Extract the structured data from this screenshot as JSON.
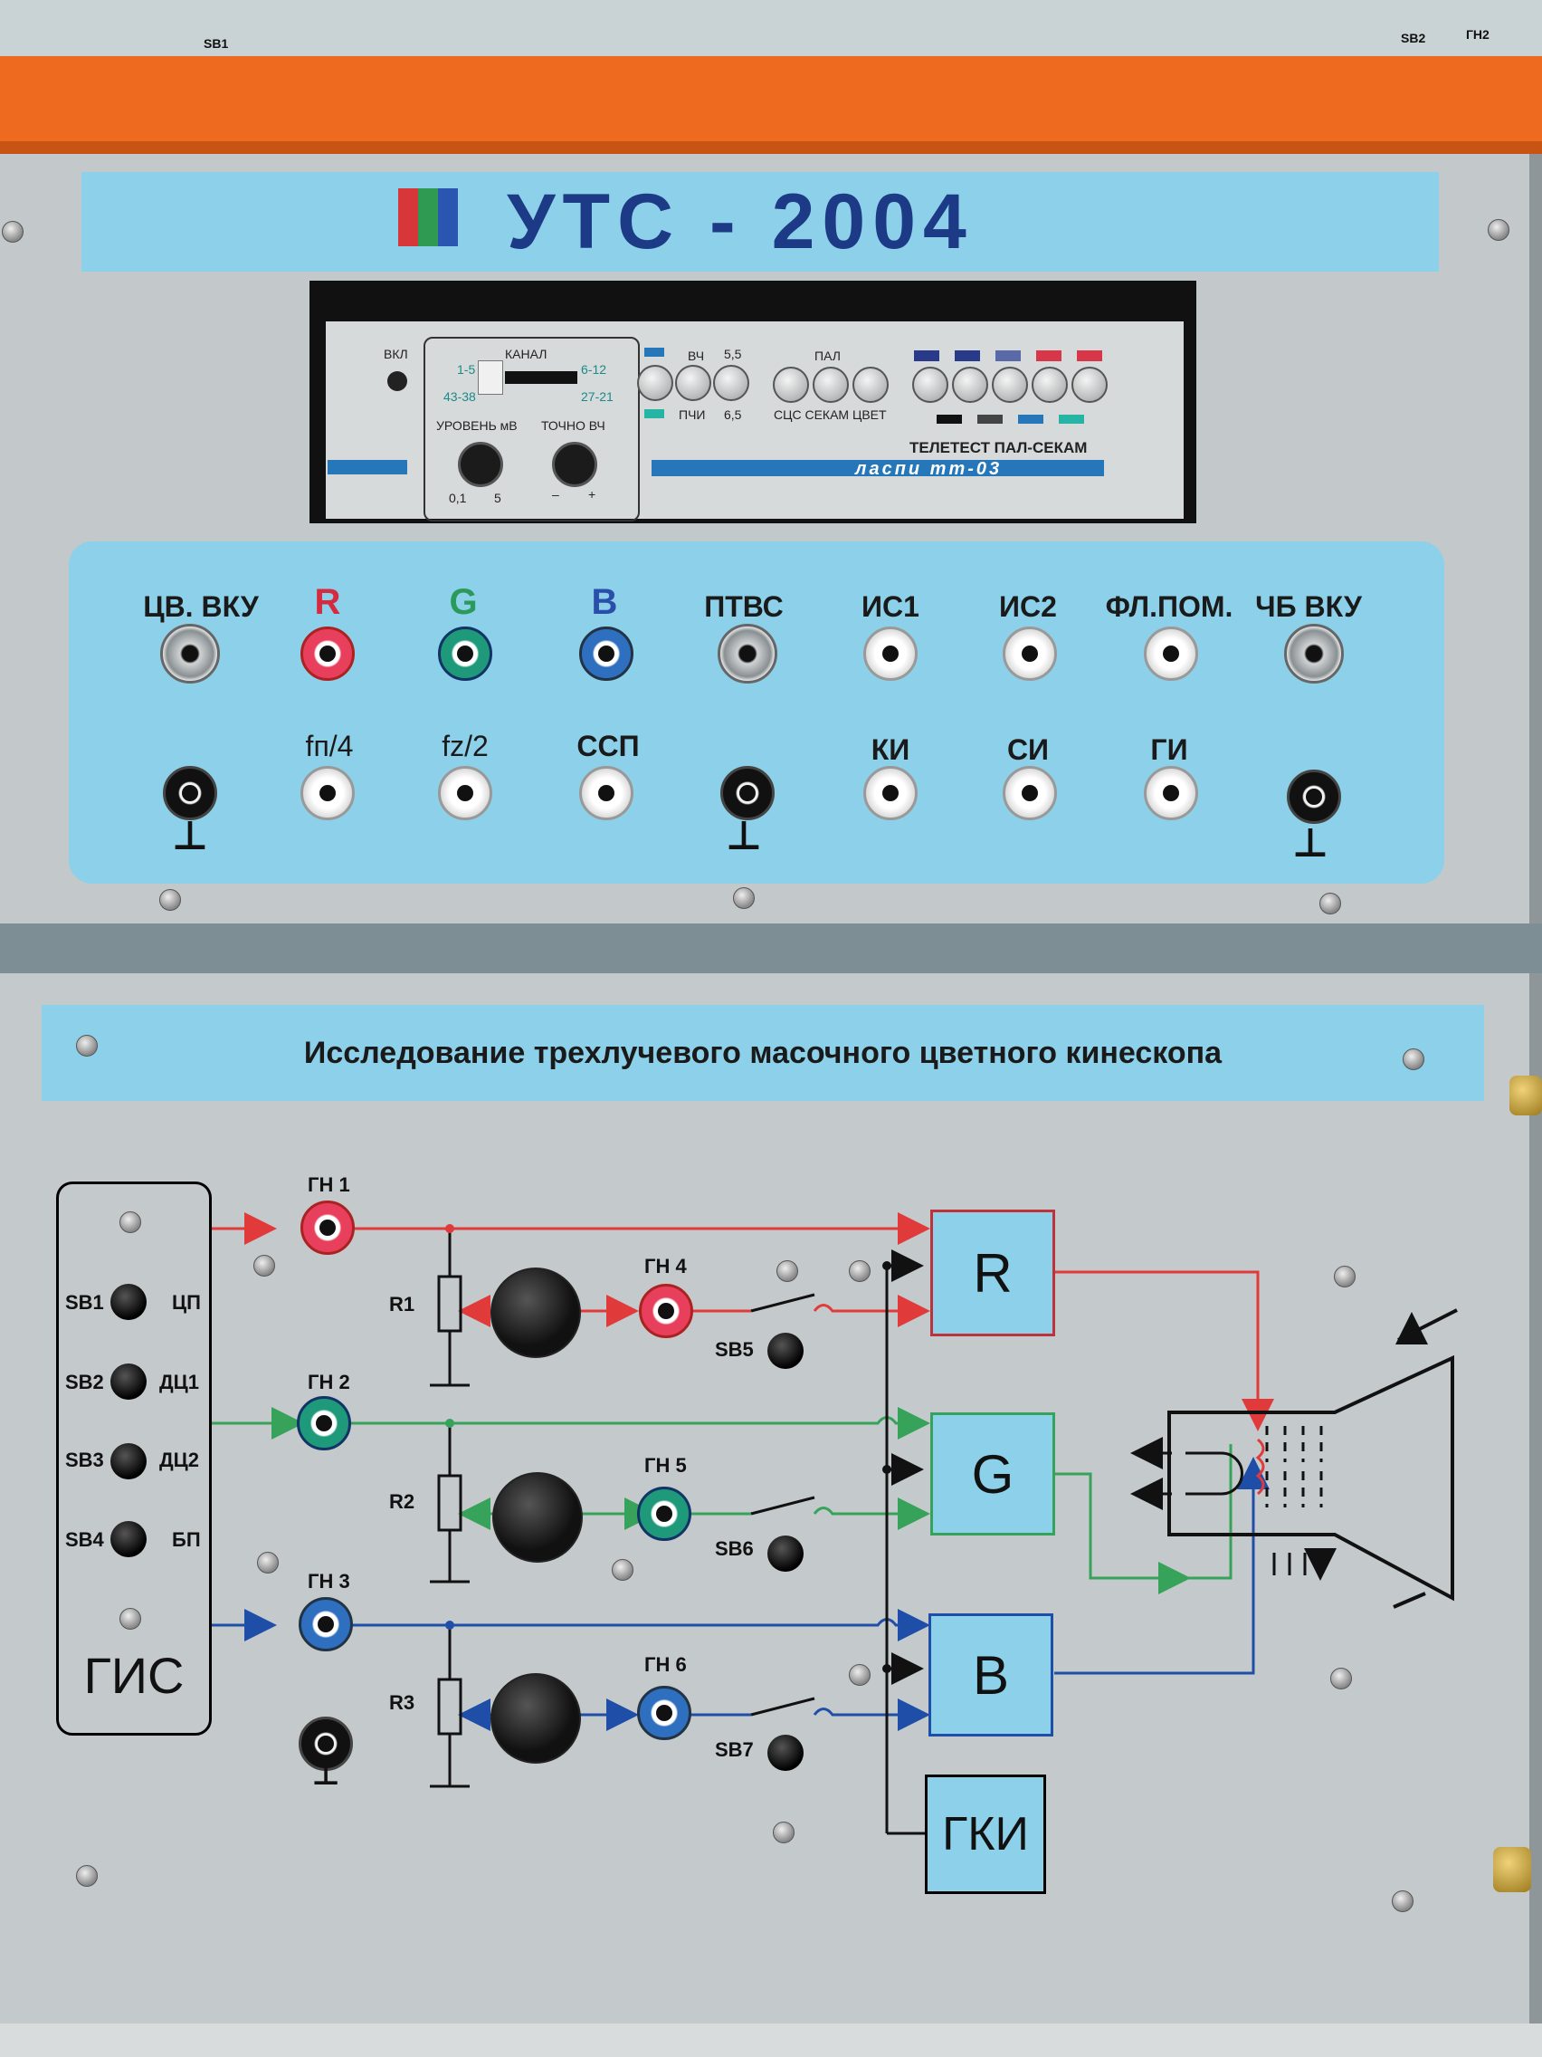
{
  "colors": {
    "orange": "#ee6a1f",
    "panel": "#c3c8ca",
    "accent_blue": "#8cd0ea",
    "title_blue": "#1d3a86",
    "red_line": "#e03a3a",
    "green_line": "#37a25a",
    "blue_line": "#1f4ea8"
  },
  "top_strip": {
    "left_label": "SB1",
    "right_labels": [
      "SB2",
      "ГН2"
    ]
  },
  "title": "УТС - 2004",
  "teletest": {
    "power_label": "ВКЛ",
    "channel_label": "КАНАЛ",
    "channel_ranges": [
      "1-5",
      "6-12",
      "43-38",
      "27-21"
    ],
    "level_label": "УРОВЕНЬ мВ",
    "level_scale": [
      "0,1",
      "5"
    ],
    "fine_label": "ТОЧНО ВЧ",
    "fine_scale": [
      "–",
      "+"
    ],
    "vch_label": "ВЧ",
    "pchi_label": "ПЧИ",
    "freq_labels": [
      "5,5",
      "6,5"
    ],
    "pal_label": "ПАЛ",
    "mode_labels": "СЦС СЕКАМ ЦВЕТ",
    "device_title": "ТЕЛЕТЕСТ ПАЛ-СЕКАМ",
    "model": "ласпи тт-03"
  },
  "signal_panel": {
    "top_labels": [
      "ЦВ. ВКУ",
      "R",
      "G",
      "B",
      "ПТВС",
      "ИС1",
      "ИС2",
      "ФЛ.ПОМ.",
      "ЧБ ВКУ"
    ],
    "bottom_labels": [
      "",
      "fп/4",
      "fz/2",
      "ССП",
      "",
      "КИ",
      "СИ",
      "ГИ",
      ""
    ]
  },
  "lower": {
    "title": "Исследование трехлучевого масочного цветного кинескопа",
    "gis_label": "ГИС",
    "gis_switches": [
      {
        "sb": "SB1",
        "mode": "ЦП"
      },
      {
        "sb": "SB2",
        "mode": "ДЦ1"
      },
      {
        "sb": "SB3",
        "mode": "ДЦ2"
      },
      {
        "sb": "SB4",
        "mode": "БП"
      }
    ],
    "jacks": [
      "ГН 1",
      "ГН 2",
      "ГН 3",
      "ГН 4",
      "ГН 5",
      "ГН 6"
    ],
    "resistors": [
      "R1",
      "R2",
      "R3"
    ],
    "switches": [
      "SB5",
      "SB6",
      "SB7"
    ],
    "blocks": [
      "R",
      "G",
      "B",
      "ГКИ"
    ]
  }
}
